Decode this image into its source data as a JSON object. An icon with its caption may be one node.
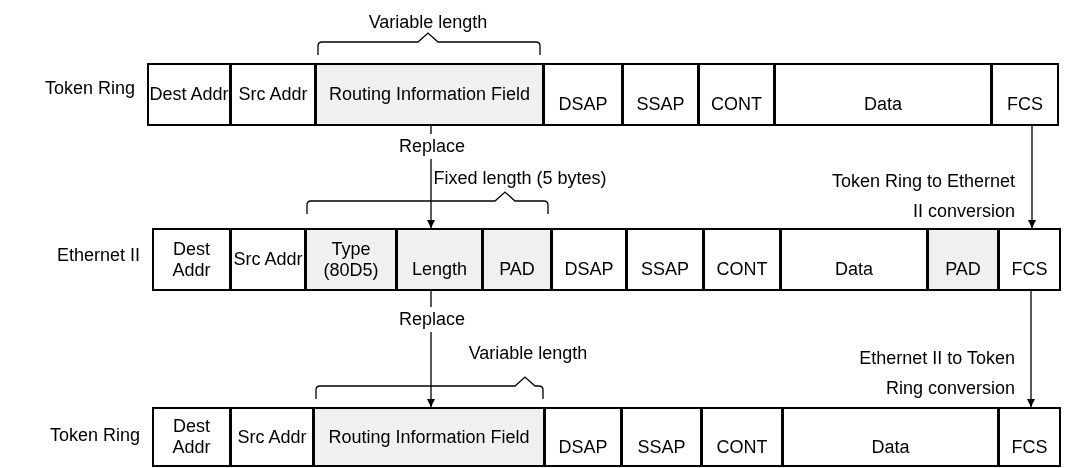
{
  "diagram": {
    "nodes": [
      {
        "text": [
          "Dest Addr"
        ]
      },
      {
        "text": [
          "Src Addr"
        ]
      },
      {
        "text": [
          "Routing Information Field"
        ]
      },
      {
        "text": [
          "DSAP"
        ]
      },
      {
        "text": [
          "SSAP"
        ]
      },
      {
        "text": [
          "CONT"
        ]
      },
      {
        "text": [
          "Data"
        ]
      },
      {
        "text": [
          "FCS"
        ]
      },
      {
        "text": [
          "Dest Addr"
        ]
      },
      {
        "text": [
          "Src Addr"
        ]
      },
      {
        "text": [
          "Type (80D5)"
        ]
      },
      {
        "text": [
          "Length"
        ]
      },
      {
        "text": [
          "PAD"
        ]
      },
      {
        "text": [
          "DSAP"
        ]
      },
      {
        "text": [
          "SSAP"
        ]
      },
      {
        "text": [
          "CONT"
        ]
      },
      {
        "text": [
          "Data"
        ]
      },
      {
        "text": [
          "PAD"
        ]
      },
      {
        "text": [
          "FCS"
        ]
      },
      {
        "text": [
          "Dest Addr"
        ]
      },
      {
        "text": [
          "Src Addr"
        ]
      },
      {
        "text": [
          "Routing Information Field"
        ]
      },
      {
        "text": [
          "DSAP"
        ]
      },
      {
        "text": [
          "SSAP"
        ]
      },
      {
        "text": [
          "CONT"
        ]
      },
      {
        "text": [
          "Data"
        ]
      },
      {
        "text": [
          "FCS"
        ]
      }
    ],
    "edges": [
      {
        "from": 2,
        "to": 11,
        "arrow": "to",
        "label": "Replace"
      },
      {
        "from": 7,
        "to": 18,
        "arrow": "to",
        "label": "Token Ring to Ethernet II conversion"
      },
      {
        "from": 11,
        "to": 21,
        "arrow": "to",
        "label": "Replace"
      },
      {
        "from": 18,
        "to": 26,
        "arrow": "to",
        "label": "Ethernet II to Token Ring conversion"
      }
    ],
    "labels": [
      "Variable length",
      "Token Ring",
      "Fixed length (5 bytes)",
      "Ethernet II",
      "Variable length",
      "Token Ring"
    ]
  }
}
